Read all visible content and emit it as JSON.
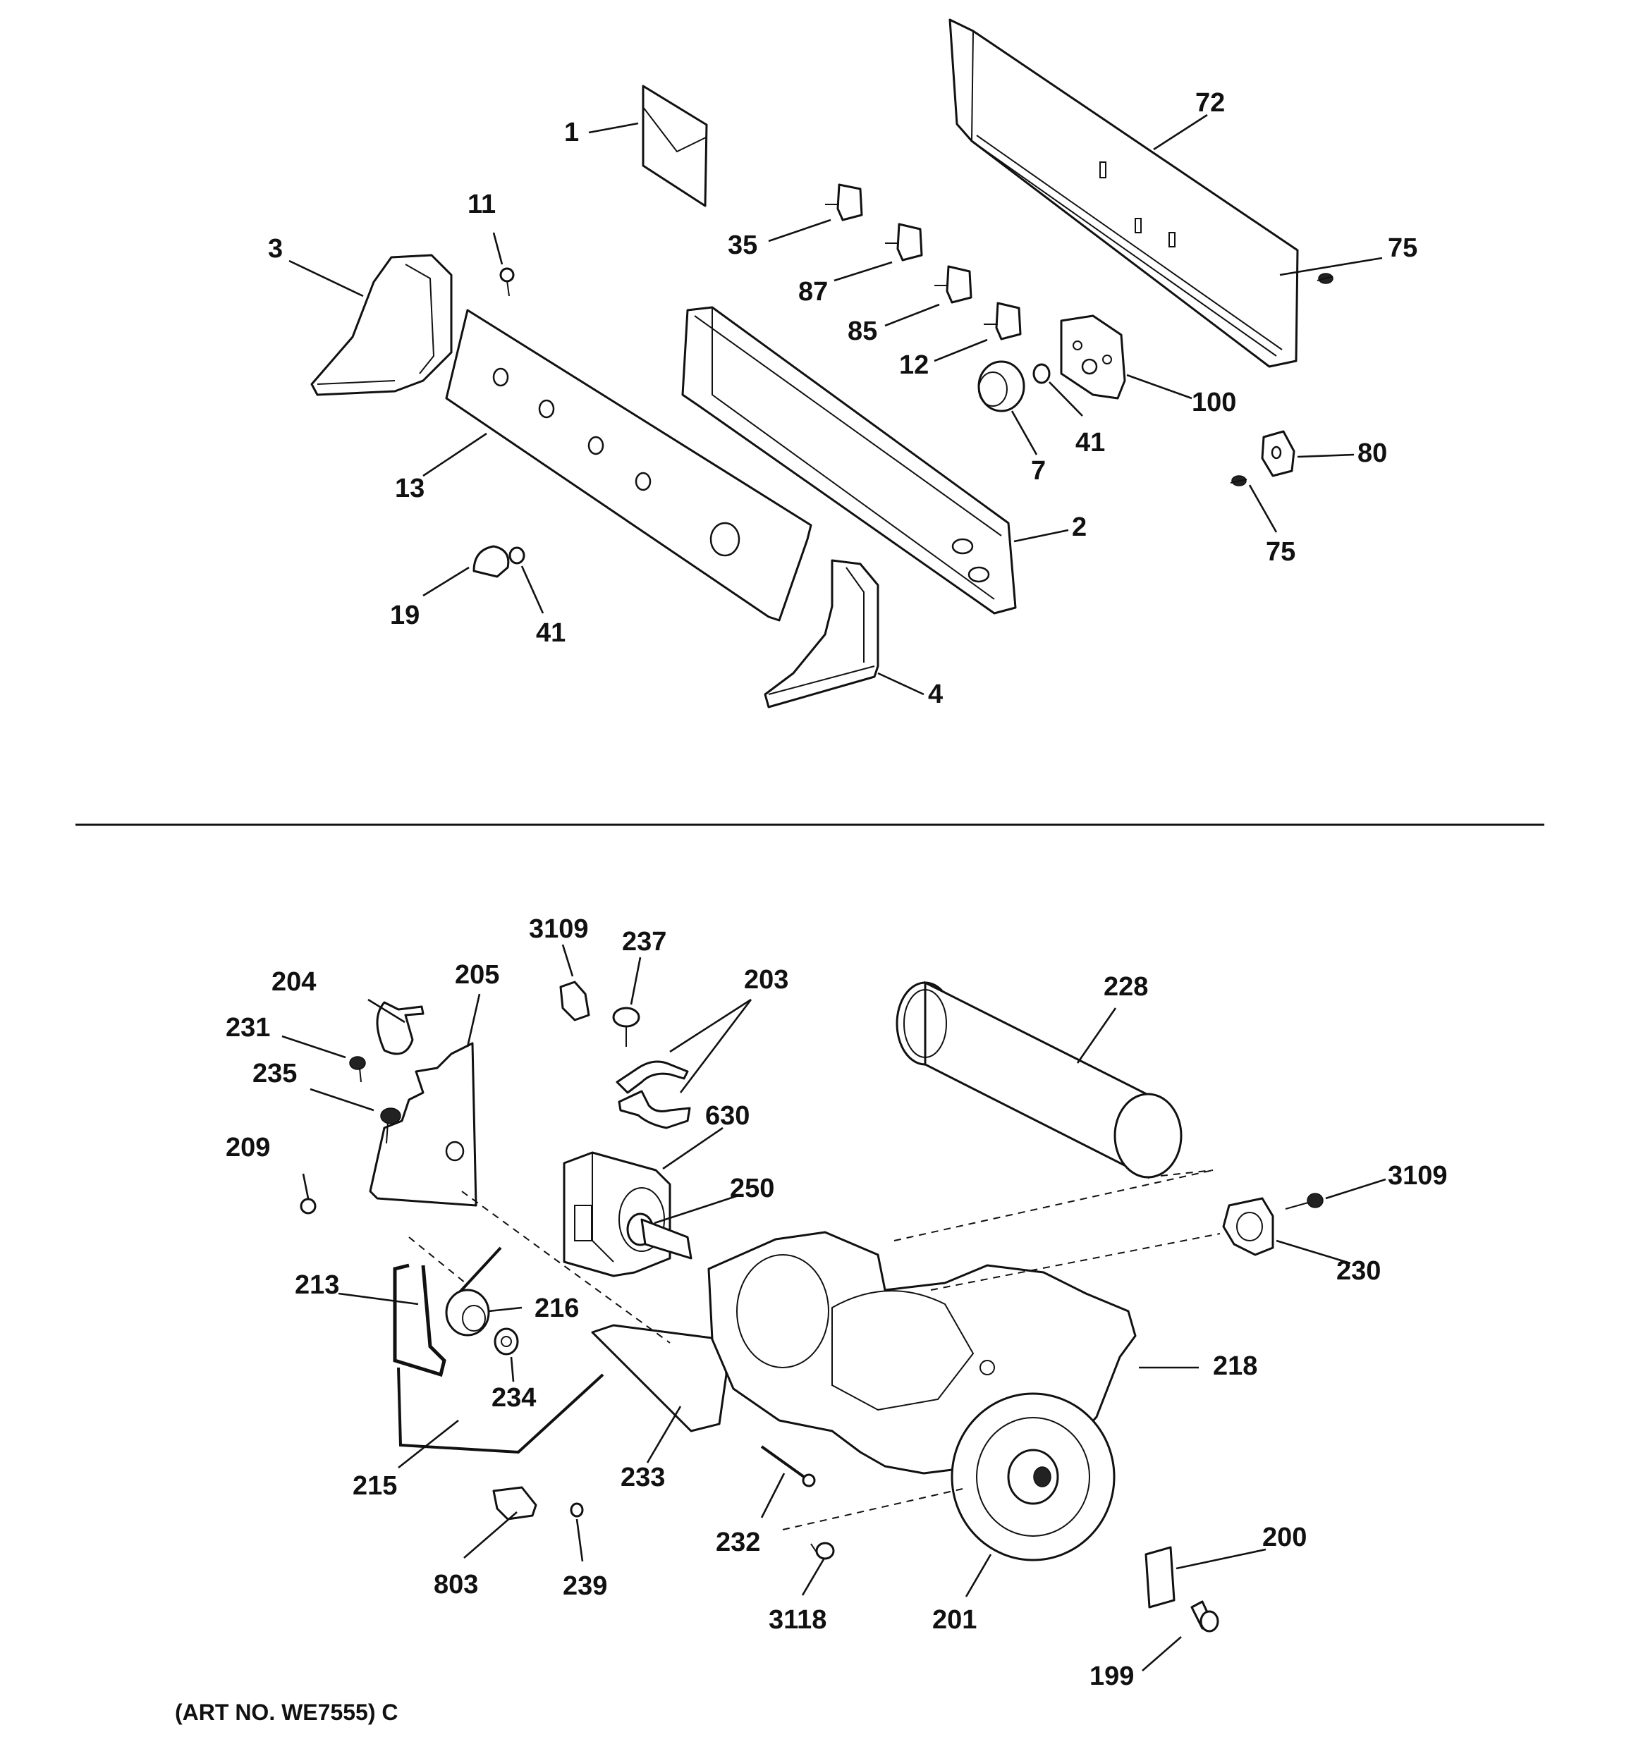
{
  "art_number": "(ART NO. WE7555) C",
  "callouts": {
    "c1": "1",
    "c72": "72",
    "c11": "11",
    "c3": "3",
    "c35": "35",
    "c75a": "75",
    "c87": "87",
    "c85": "85",
    "c12": "12",
    "c100": "100",
    "c41a": "41",
    "c7": "7",
    "c80": "80",
    "c13": "13",
    "c2": "2",
    "c75b": "75",
    "c19": "19",
    "c41b": "41",
    "c4": "4",
    "c3109a": "3109",
    "c237": "237",
    "c203": "203",
    "c228": "228",
    "c204": "204",
    "c205": "205",
    "c231": "231",
    "c235": "235",
    "c630": "630",
    "c209": "209",
    "c250": "250",
    "c3109b": "3109",
    "c230": "230",
    "c213": "213",
    "c216": "216",
    "c218": "218",
    "c234": "234",
    "c215": "215",
    "c233": "233",
    "c232": "232",
    "c200": "200",
    "c803": "803",
    "c239": "239",
    "c3118": "3118",
    "c201": "201",
    "c199": "199"
  }
}
